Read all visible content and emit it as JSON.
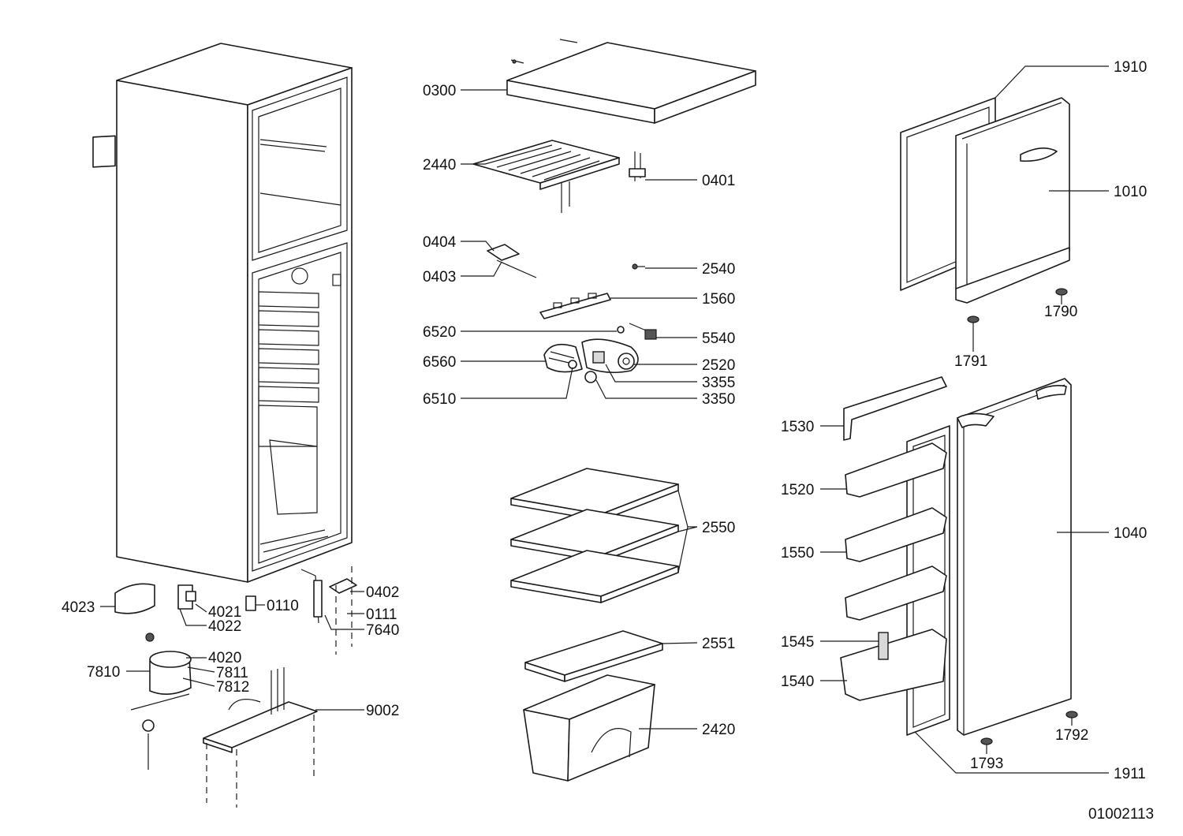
{
  "drawing_number": "01002113",
  "labels": {
    "l0300": "0300",
    "l2440": "2440",
    "l0401": "0401",
    "l0404": "0404",
    "l0403": "0403",
    "l2540": "2540",
    "l1560": "1560",
    "l6520": "6520",
    "l5540": "5540",
    "l6560": "6560",
    "l2520": "2520",
    "l3355": "3355",
    "l6510": "6510",
    "l3350": "3350",
    "l2550": "2550",
    "l2551": "2551",
    "l2420": "2420",
    "l1910": "1910",
    "l1010": "1010",
    "l1790": "1790",
    "l1791": "1791",
    "l1530": "1530",
    "l1520": "1520",
    "l1550": "1550",
    "l1040": "1040",
    "l1545": "1545",
    "l1540": "1540",
    "l1792": "1792",
    "l1793": "1793",
    "l1911": "1911",
    "l4023": "4023",
    "l4021": "4021",
    "l4022": "4022",
    "l0110": "0110",
    "l0402": "0402",
    "l0111": "0111",
    "l7640": "7640",
    "l4020": "4020",
    "l7810": "7810",
    "l7811": "7811",
    "l7812": "7812",
    "l9002": "9002"
  }
}
